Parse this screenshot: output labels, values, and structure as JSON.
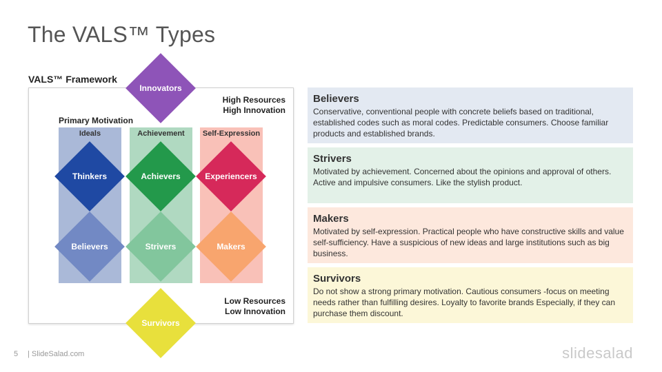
{
  "title": "The VALS™ Types",
  "framework": {
    "label": "VALS™ Framework",
    "top_right": [
      "High Resources",
      "High Innovation"
    ],
    "bottom_right": [
      "Low Resources",
      "Low Innovation"
    ],
    "primary_motivation": "Primary Motivation",
    "columns": [
      {
        "head": "Ideals",
        "color": "#aab9d8",
        "top": "Thinkers",
        "bottom": "Believers",
        "top_color": "#1f49a3",
        "bottom_color": "#7289c4"
      },
      {
        "head": "Achievement",
        "color": "#b0d9c1",
        "top": "Achievers",
        "bottom": "Strivers",
        "top_color": "#23994b",
        "bottom_color": "#82c69d"
      },
      {
        "head": "Self-Expression",
        "color": "#f9c1b8",
        "top": "Experiencers",
        "bottom": "Makers",
        "top_color": "#d6295a",
        "bottom_color": "#f8a56e"
      }
    ],
    "innovators": {
      "label": "Innovators",
      "color": "#8e54b8"
    },
    "survivors": {
      "label": "Survivors",
      "color": "#e8e03c"
    }
  },
  "descriptions": [
    {
      "title": "Believers",
      "text": "Conservative, conventional people with concrete beliefs based on traditional, established codes such as moral codes. Predictable consumers. Choose familiar products and established brands.",
      "bg": "#e3e9f2"
    },
    {
      "title": "Strivers",
      "text": "Motivated by achievement. Concerned about the opinions and approval of others. Active and impulsive consumers. Like the stylish product.",
      "bg": "#e3f1e8"
    },
    {
      "title": "Makers",
      "text": "Motivated by self-expression. Practical people who have constructive skills and value self-sufficiency. Have a suspicious of new ideas and large institutions such as big business.",
      "bg": "#fde8dd"
    },
    {
      "title": "Survivors",
      "text": "Do not show a strong primary motivation. Cautious consumers -focus on meeting needs rather than fulfilling desires. Loyalty to favorite brands Especially, if they can purchase them discount.",
      "bg": "#fcf7d8"
    }
  ],
  "footer": {
    "page": "5",
    "site": "| SlideSalad.com",
    "brand": "slidesalad"
  }
}
